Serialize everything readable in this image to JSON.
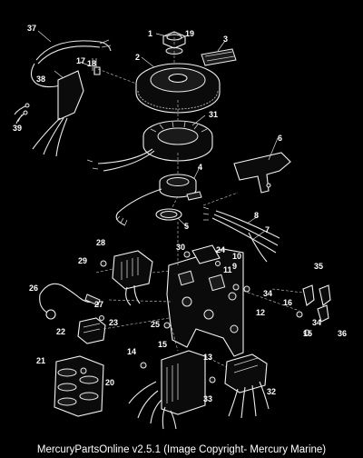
{
  "footer": {
    "caption": "MercuryPartsOnline v2.5.1 (Image Copyright- Mercury Marine)"
  },
  "callouts": [
    "1",
    "2",
    "3",
    "4",
    "5",
    "6",
    "7",
    "8",
    "9",
    "10",
    "11",
    "12",
    "13",
    "14",
    "15",
    "15",
    "16",
    "17",
    "18",
    "19",
    "20",
    "21",
    "22",
    "23",
    "24",
    "25",
    "26",
    "27",
    "28",
    "29",
    "30",
    "31",
    "32",
    "33",
    "34",
    "34",
    "35",
    "36",
    "37",
    "38",
    "39"
  ]
}
